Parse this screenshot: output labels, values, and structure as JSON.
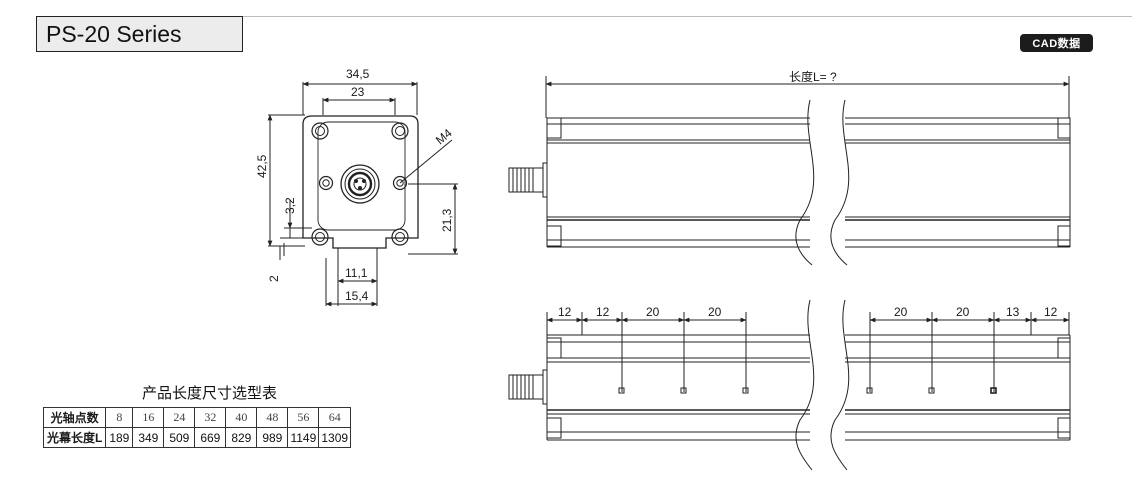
{
  "header": {
    "series_title": "PS-20 Series",
    "cad_label": "CAD数据"
  },
  "front_view": {
    "dims": {
      "width_outer": "34,5",
      "width_inner": "23",
      "height_total": "42,5",
      "offset_small": "3,2",
      "center_height": "21,3",
      "bottom_gap": "2",
      "tab_width": "11,1",
      "base_width": "15,4",
      "thread": "M4"
    }
  },
  "side_view": {
    "length_label": "长度L= ?"
  },
  "bottom_view": {
    "spacing_left": [
      "12",
      "12",
      "20",
      "20"
    ],
    "spacing_right": [
      "20",
      "20",
      "13",
      "12"
    ]
  },
  "spec_table": {
    "title": "产品长度尺寸选型表",
    "rows": [
      {
        "header": "光轴点数",
        "values": [
          "8",
          "16",
          "24",
          "32",
          "40",
          "48",
          "56",
          "64"
        ]
      },
      {
        "header": "光幕长度L",
        "values": [
          "189",
          "349",
          "509",
          "669",
          "829",
          "989",
          "1149",
          "1309"
        ]
      }
    ]
  },
  "colors": {
    "line": "#222222",
    "title_bg": "#ececec",
    "badge_bg": "#1c1c1c"
  }
}
